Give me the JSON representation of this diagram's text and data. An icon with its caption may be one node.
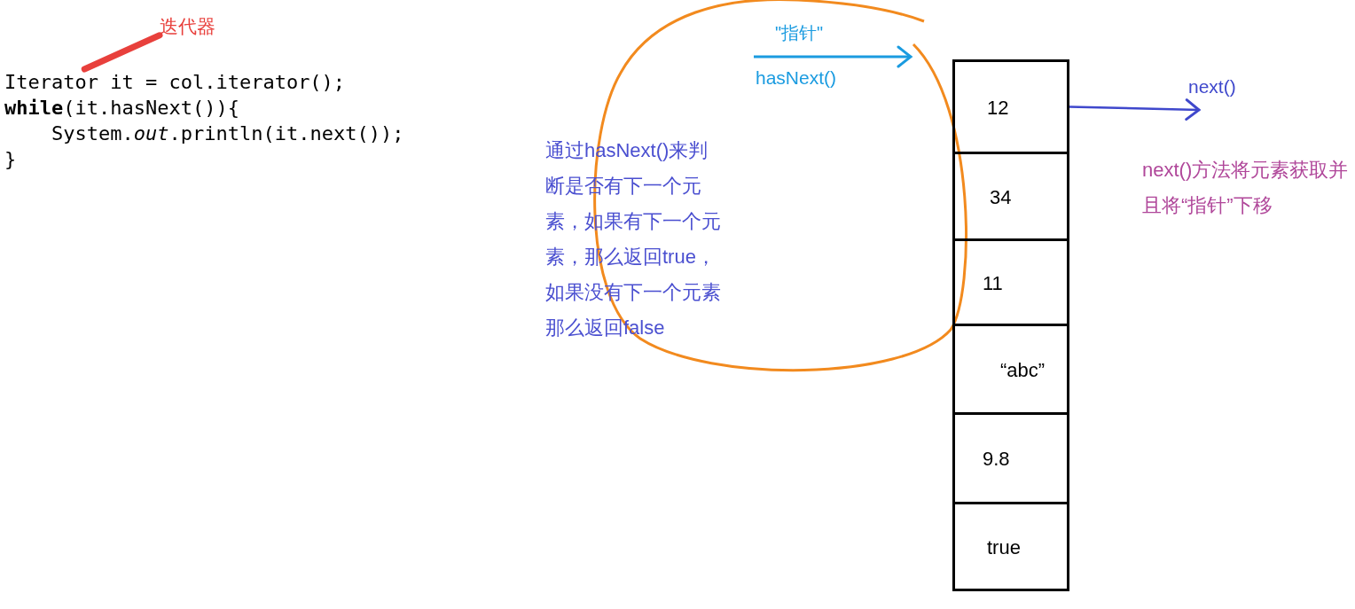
{
  "diagram": {
    "nodes": [
      {
        "text": [
          "迭代器"
        ]
      },
      {
        "text": [
          "Iterator it = col.iterator();"
        ]
      },
      {
        "text": [
          "12"
        ]
      },
      {
        "text": [
          "34"
        ]
      },
      {
        "text": [
          "11"
        ]
      },
      {
        "text": [
          "“abc”"
        ]
      },
      {
        "text": [
          "9.8"
        ]
      },
      {
        "text": [
          "true"
        ]
      }
    ],
    "edges": [
      {
        "from": 0,
        "to": 1,
        "arrow": "none",
        "style": "thick",
        "color": "#e8403c"
      },
      {
        "from": 2,
        "to": null,
        "arrow": "to",
        "label": "next()",
        "color": "#3f48cc"
      }
    ],
    "labels": [
      "**while**(it.hasNext()){",
      "System.*out*.println(it.next());",
      "}",
      "\"指针\"",
      "hasNext()",
      "通过hasNext()来判断是否有下一个元素，如果有下一个元素，那么返回true，如果没有下一个元素那么返回false",
      "next()方法将元素获取并且将“指针”下移"
    ]
  }
}
